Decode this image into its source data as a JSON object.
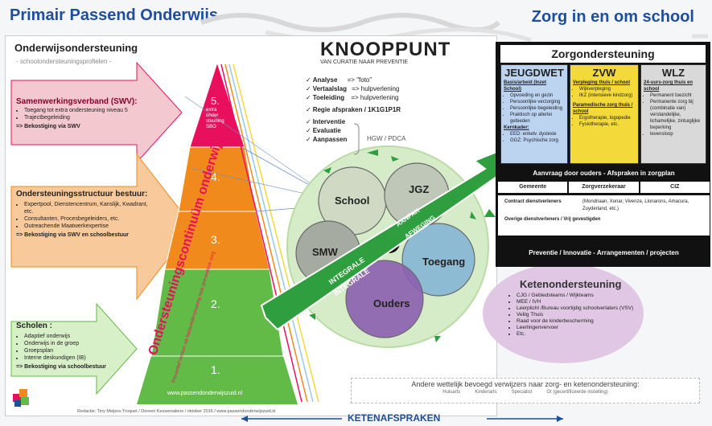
{
  "header": {
    "left_title": "Primair Passend Onderwijs",
    "right_title": "Zorg in en om school"
  },
  "onderwijs": {
    "title": "Onderwijsondersteuning",
    "subtitle": "- schoolondersteuningsprofielen -"
  },
  "swv": {
    "title": "Samenwerkingsverband (SWV):",
    "items": [
      "Toegang tot extra ondersteuning niveau 5",
      "Trajectbegeleiding"
    ],
    "footer": "=> Bekostiging via SWV"
  },
  "structuur": {
    "title": "Ondersteuningsstructuur bestuur:",
    "items": [
      "Expertpool, Dienstencentrum, Kanslijk, Kwadrant, etc.",
      "Consultanten, Procesbegeleiders, etc.",
      "Outreachende Maatwerkexpertise"
    ],
    "footer": "=> Bekostiging via SWV en schoolbestuur"
  },
  "scholen": {
    "title": "Scholen :",
    "items": [
      "Adaptief onderwijs",
      "Onderwijs in de groep",
      "Groepsplan",
      "Interne deskundigen (IB)"
    ],
    "footer": "=> Bekostiging via schoolbestuur"
  },
  "pyramid": {
    "levels": [
      "5.",
      "4.",
      "3.",
      "2.",
      "1."
    ],
    "level5_text": "extra onder steuning SBO",
    "vertical_main": "Ondersteuningscontinuüm onderwijs",
    "vertical_sub": "Preventief werken via basisondersteuning naar preventieve zorg",
    "url": "www.passendonderwijszuid.nl"
  },
  "knooppunt": {
    "title": "KNOOPPUNT",
    "subtitle": "VAN CURATIE NAAR PREVENTIE",
    "steps": [
      {
        "label": "Analyse",
        "value": "=> \"foto\""
      },
      {
        "label": "Vertaalslag",
        "value": "=> hulpverlening"
      },
      {
        "label": "Toeleiding",
        "value": "=> hulpverlening"
      },
      {
        "label": "Regie afspraken / 1K1G1P1R",
        "value": ""
      },
      {
        "label": "Interventie",
        "value": ""
      },
      {
        "label": "Evaluatie",
        "value": ""
      },
      {
        "label": "Aanpassen",
        "value": ""
      }
    ],
    "brace_label": "HGW / PDCA"
  },
  "circles": {
    "school": "School",
    "jgz": "JGZ",
    "smw": "SMW",
    "toegang": "Toegang",
    "ouders": "Ouders"
  },
  "arrows": {
    "aanpak": "AANPAK",
    "afweging": "AFWEGING",
    "integrale1": "INTEGRALE",
    "integrale2": "INTEGRALE"
  },
  "zorg": {
    "title": "Zorgondersteuning",
    "columns": [
      {
        "head": "JEUGDWET",
        "color": "#bcd4f0",
        "sub1": "Basis/arbeid (Inzet School)",
        "items1": [
          "Opvoeding en gezin",
          "Persoonlijke verzorging",
          "Persoonlijke begeleiding",
          "Praktisch op allerlei gebieden"
        ],
        "sub2": "Kernkader:",
        "items2": [
          "EED: enkelv. dyslexie",
          "GGZ: Psychische zorg"
        ]
      },
      {
        "head": "ZVW",
        "color": "#f4d93a",
        "sub1": "Verpleging thuis / school",
        "items1": [
          "Wijkverpleging",
          "IKZ (intensieve kindzorg)"
        ],
        "sub2": "Paramedische zorg thuis / school",
        "items2": [
          "Ergotherapie, logopedie",
          "Fysiotherapie, etc."
        ]
      },
      {
        "head": "WLZ",
        "color": "#d9d9d9",
        "sub1": "24-uurs-zorg thuis en school",
        "items1": [
          "Permanent toezicht",
          "Permanente zorg bij (combinatie van) verstandelijke, lichamelijke, zintuiglijke beperking",
          "levensloop"
        ],
        "sub2": "",
        "items2": []
      }
    ],
    "aanvraag": "Aanvraag door ouders  -  Afspraken in zorgplan",
    "financiers": [
      "Gemeente",
      "Zorgverzekeraar",
      "CIZ"
    ],
    "contract": "Contract dienstverleners",
    "contract_names": "(Mondriaan, Xonar, Vivenze, Llonarons, Amacura, Zuyderland, etc.)",
    "overige": "Overige dienstverleners / Vrij gevestigden",
    "preventie": "Preventie / Innovatie  -  Arrangementen / projecten"
  },
  "keten": {
    "title": "Ketenondersteuning",
    "items": [
      "CJG / Gebiedsteams / Wijkteams",
      "MEE / IVH",
      "Leerplicht /Bureau voortijdig schoolverlaters (VSV)",
      "Veilig Thuis",
      "Raad voor de kinderbescherming",
      "Leerlingenvervoer",
      "Etc."
    ]
  },
  "verwijzers": {
    "title": "Andere wettelijk bevoegd verwijzers naar zorg- en ketenondersteuning:",
    "list": [
      "Huisarts",
      "Kinderarts",
      "Specialist",
      "GI (gecertificeerde instelling)"
    ]
  },
  "footer": {
    "credit": "Redactie: Tiny Meijers-Troquet / Doreen Kessemakers / oktober 2016 / www.passendonderwijszuid.nl",
    "keten": "KETENAFSPRAKEN"
  },
  "colors": {
    "pink": "#e8105c",
    "orange": "#f08a1c",
    "green": "#62bb46",
    "lightgreen": "#c8e6a8",
    "blue": "#1f4e9c",
    "bigcircle": "#d6ecc9",
    "purple": "#7b4fa0",
    "keten_bg": "#e0c8e4"
  }
}
